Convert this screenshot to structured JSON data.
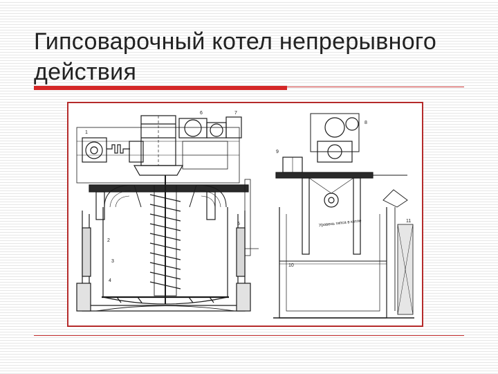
{
  "slide": {
    "title_lines": [
      "Гипсоварочный котел непрерывного",
      "действия"
    ],
    "accent_color": "#d42727",
    "frame_color": "#b52a2a"
  },
  "drawing": {
    "callouts": [
      "1",
      "2",
      "3",
      "4",
      "5",
      "6",
      "7",
      "8",
      "9",
      "10",
      "11"
    ],
    "section_note": "Уровень гипса в котле"
  }
}
